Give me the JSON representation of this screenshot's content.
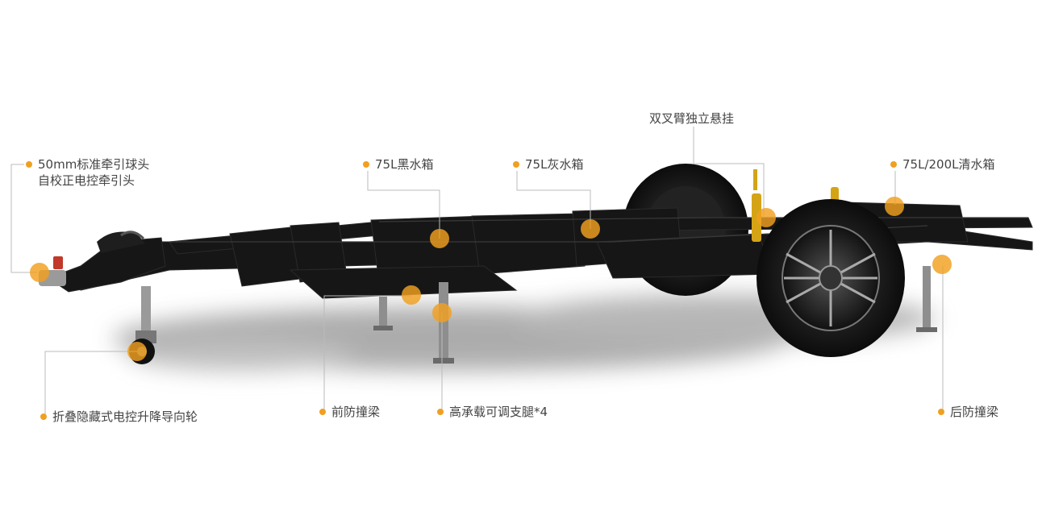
{
  "accent_color": "#f0a020",
  "leader_color": "#bbbbbb",
  "features": [
    {
      "id": "tow-hitch",
      "line1": "50mm标准牵引球头",
      "line2": "自校正电控牵引头"
    },
    {
      "id": "black-water-tank",
      "line1": "75L黑水箱"
    },
    {
      "id": "grey-water-tank",
      "line1": "75L灰水箱"
    },
    {
      "id": "suspension",
      "line1": "双叉臂独立悬挂"
    },
    {
      "id": "fresh-water-tank",
      "line1": "75L/200L清水箱"
    },
    {
      "id": "jockey-wheel",
      "line1": "折叠隐藏式电控升降导向轮"
    },
    {
      "id": "front-bumper-beam",
      "line1": "前防撞梁"
    },
    {
      "id": "stabilizer-legs",
      "line1": "高承载可调支腿*4"
    },
    {
      "id": "rear-bumper-beam",
      "line1": "后防撞梁"
    }
  ]
}
